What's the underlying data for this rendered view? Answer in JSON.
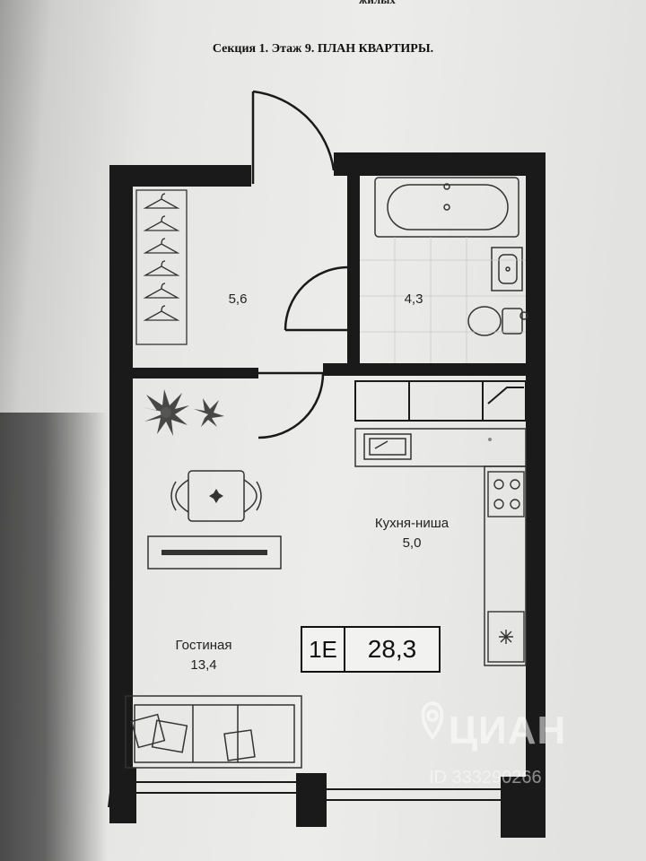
{
  "document": {
    "top_cut_text": "жилых",
    "heading": "Секция 1. Этаж 9. ПЛАН КВАРТИРЫ."
  },
  "rooms": {
    "hallway": {
      "area": "5,6"
    },
    "bathroom": {
      "area": "4,3"
    },
    "kitchen": {
      "name": "Кухня-ниша",
      "area": "5,0"
    },
    "living": {
      "name": "Гостиная",
      "area": "13,4"
    }
  },
  "apartment": {
    "type_code": "1Е",
    "total_area": "28,3"
  },
  "watermark": {
    "brand": "ЦИАН",
    "id_text": "ID 333290266"
  },
  "colors": {
    "wall": "#1a1a1a",
    "fixture_line": "#333333",
    "paper": "#ececea"
  }
}
